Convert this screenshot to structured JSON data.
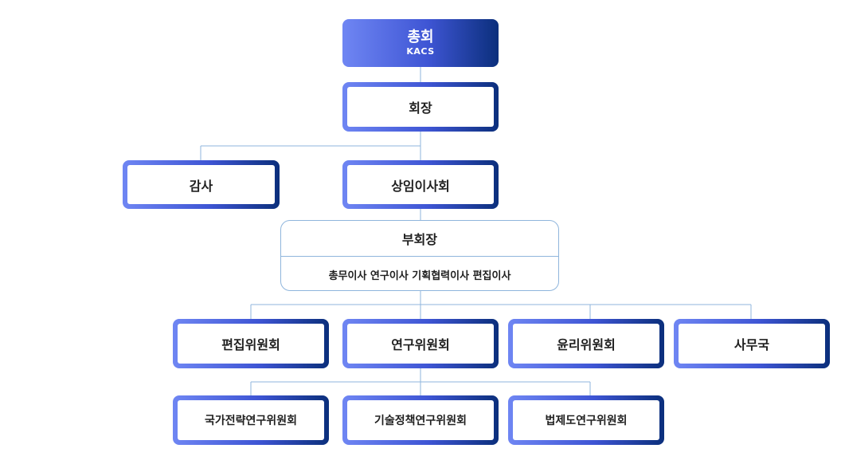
{
  "colors": {
    "gradient_start": "#6f86f3",
    "gradient_end": "#0b2f7c",
    "connector": "#8fb5dc"
  },
  "general_assembly": {
    "title": "총회",
    "subtitle": "KACS"
  },
  "president": "회장",
  "auditor": "감사",
  "standing_board": "상임이사회",
  "vice_president": {
    "title": "부회장",
    "directors": "총무이사 연구이사 기획협력이사 편집이사"
  },
  "committees": [
    "편집위원회",
    "연구위원회",
    "윤리위원회",
    "사무국"
  ],
  "research_subcommittees": [
    "국가전략연구위원회",
    "기술정책연구위원회",
    "법제도연구위원회"
  ]
}
